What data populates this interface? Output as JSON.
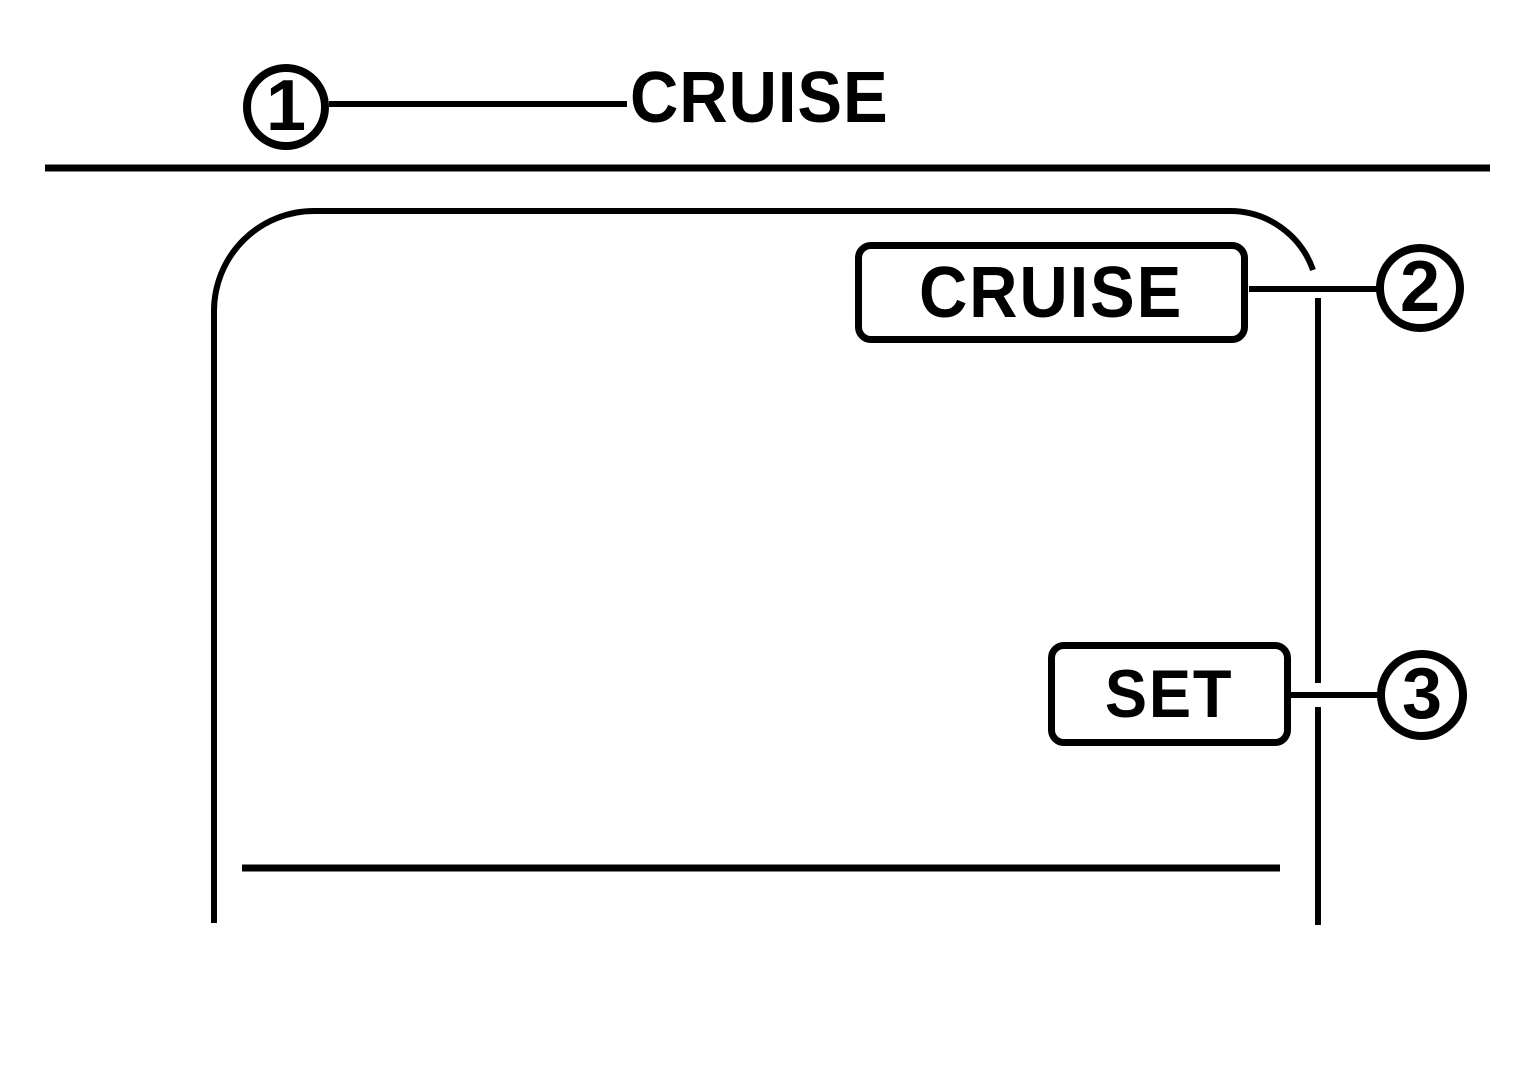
{
  "figure": {
    "title": "CRUISE",
    "callouts": [
      {
        "number": "1",
        "points_to": "CRUISE title heading"
      },
      {
        "number": "2",
        "points_to": "CRUISE indicator"
      },
      {
        "number": "3",
        "points_to": "SET indicator"
      }
    ],
    "indicators": {
      "cruise_label": "CRUISE",
      "set_label": "SET"
    },
    "colors": {
      "line": "#000000",
      "background": "#ffffff"
    }
  }
}
